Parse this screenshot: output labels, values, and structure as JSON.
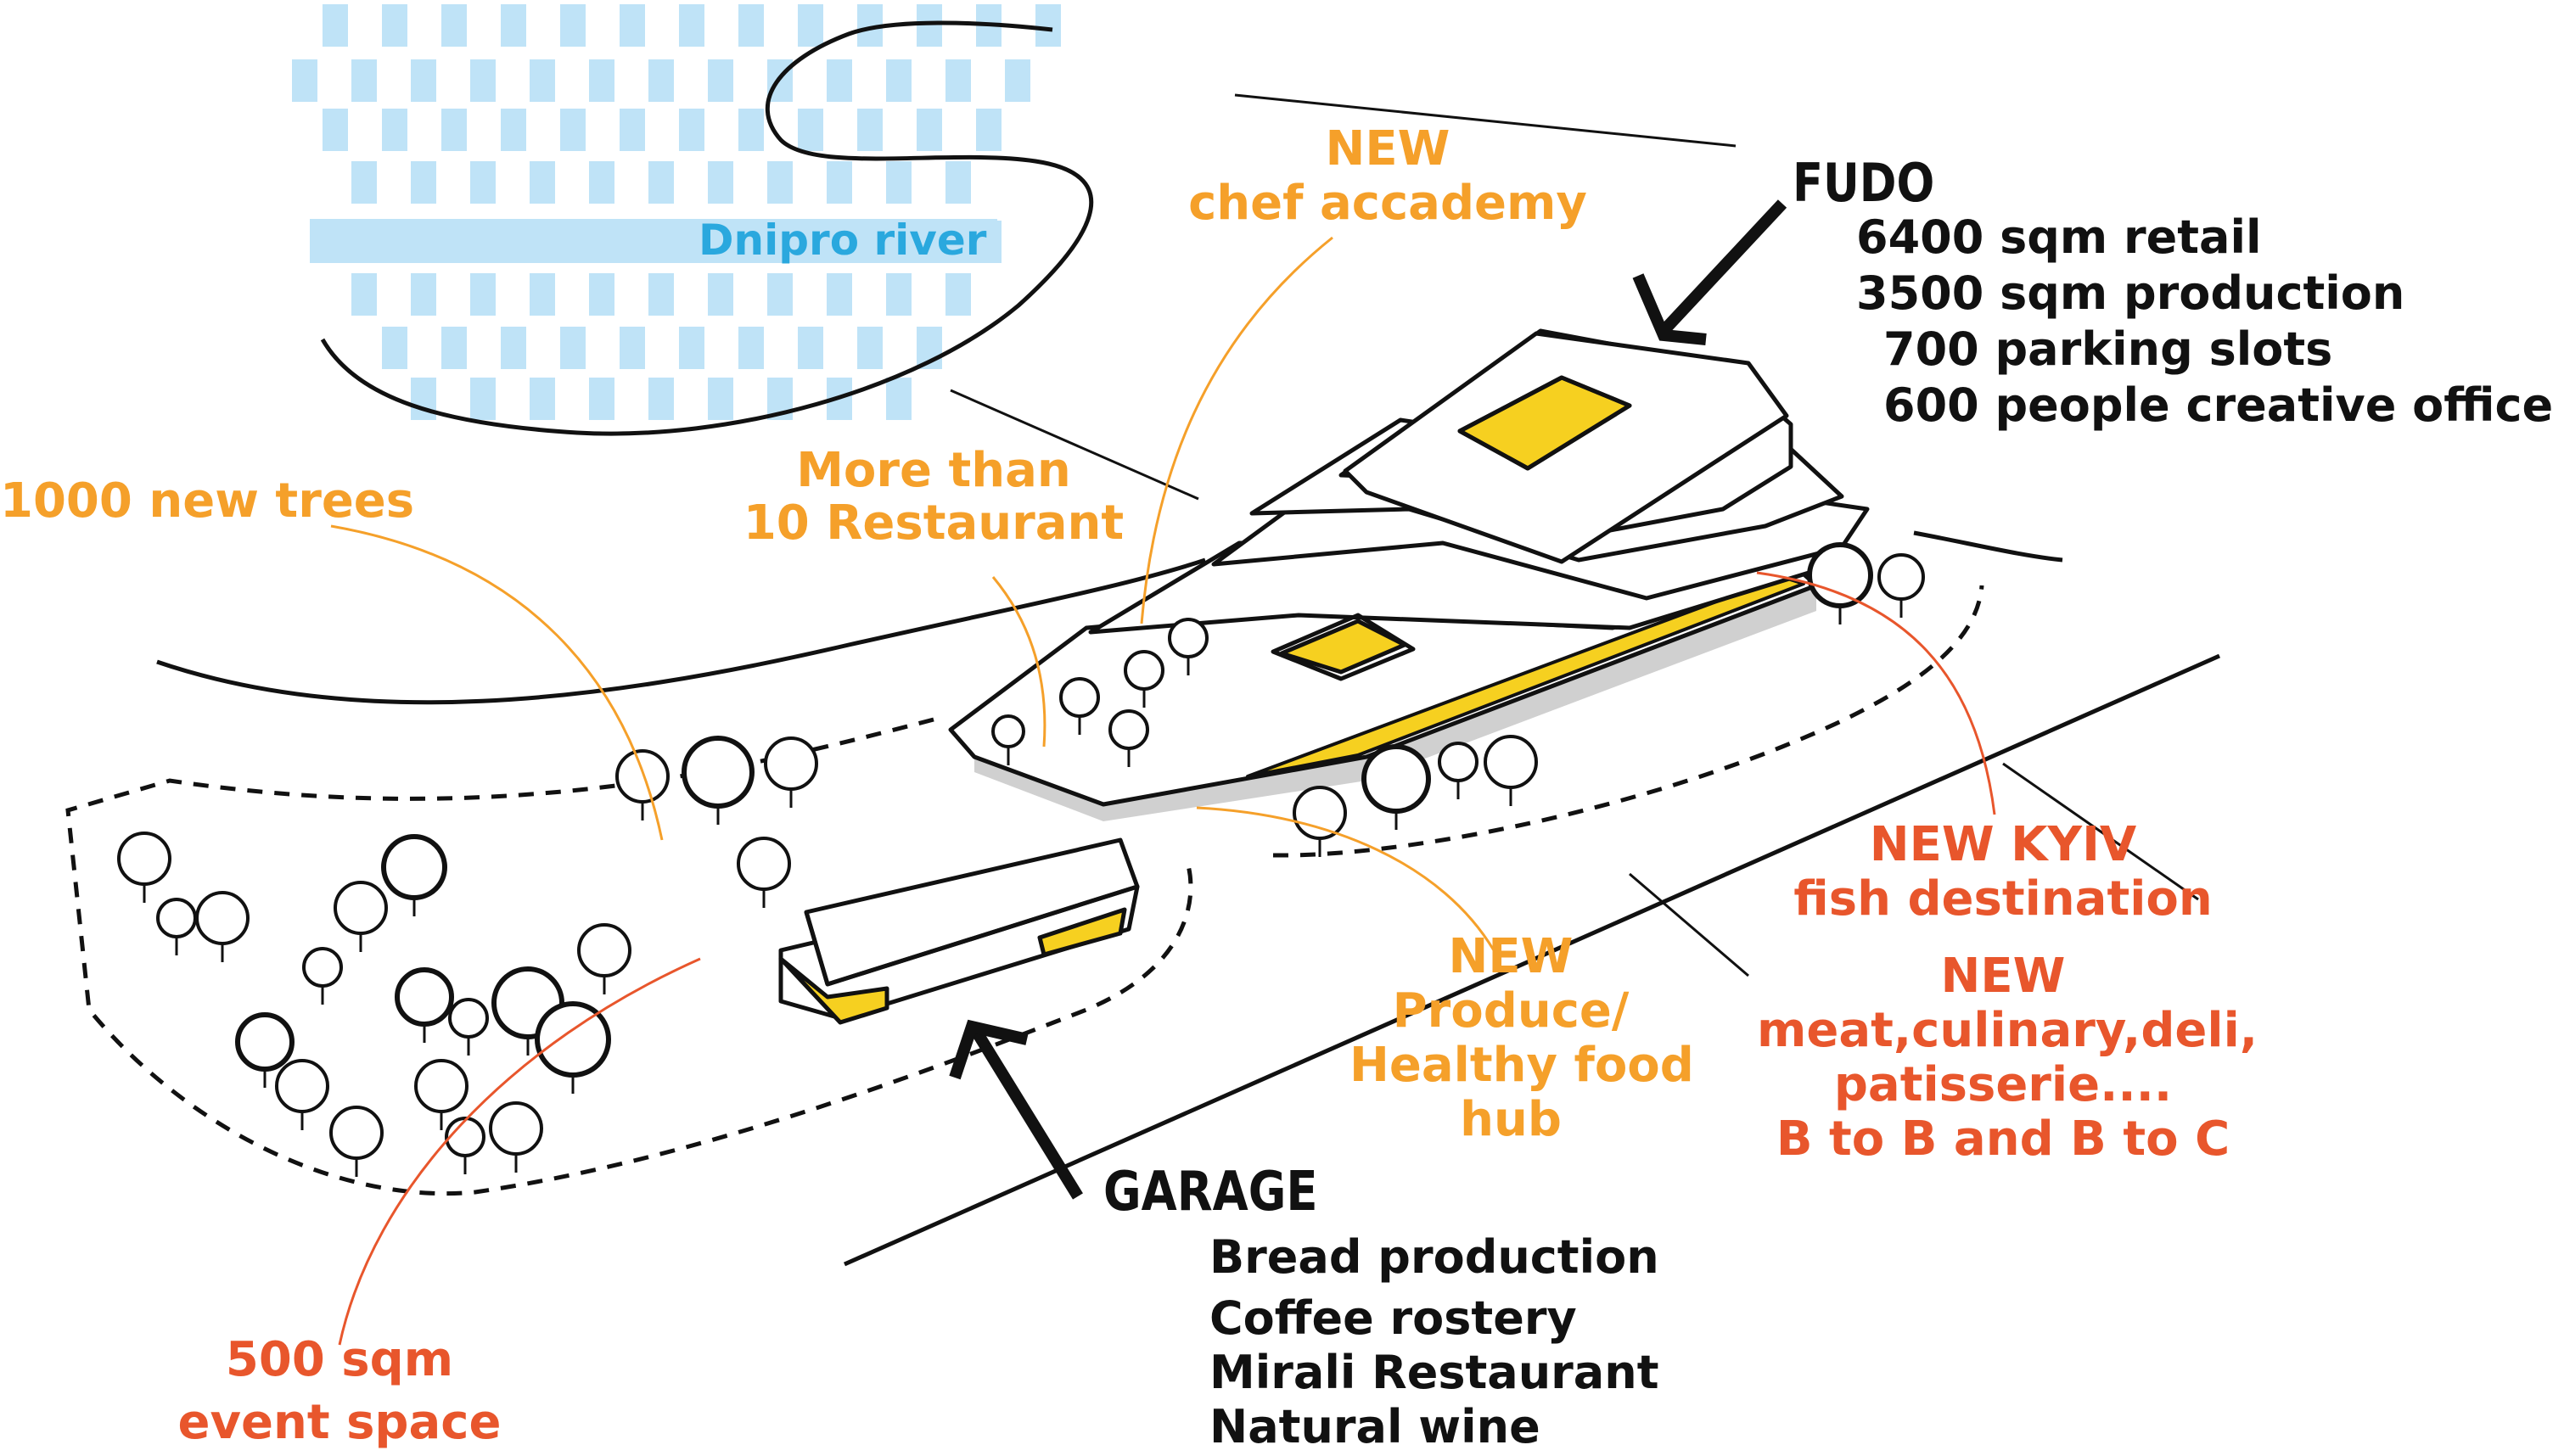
{
  "colors": {
    "river": "#bfe3f7",
    "river_text": "#2aa8de",
    "orange": "#f5a02a",
    "red": "#e8562c",
    "yellow": "#f6d020",
    "ink": "#111111"
  },
  "labels": {
    "river": "Dnipro river",
    "chef": {
      "line1": "NEW",
      "line2": "chef accademy"
    },
    "restaurants": {
      "line1": "More than",
      "line2": "10 Restaurant"
    },
    "trees": "1000 new trees",
    "produce": {
      "line1": "NEW",
      "line2": "Produce/",
      "line3": "Healthy food",
      "line4": "hub"
    },
    "fish": {
      "line1": "NEW KYIV",
      "line2": "fish destination"
    },
    "meat": {
      "line1": "NEW",
      "line2": "meat,culinary,deli,",
      "line3": "patisserie....",
      "line4": "B to B and B to C"
    },
    "event": {
      "line1": "500 sqm",
      "line2": "event space"
    }
  },
  "fudo": {
    "title": "FUDO",
    "items": [
      "6400 sqm retail",
      "3500 sqm production",
      "700 parking slots",
      "600 people creative office"
    ]
  },
  "garage": {
    "title": "GARAGE",
    "items": [
      "Bread production",
      "Coffee rostery",
      "Mirali Restaurant",
      "Natural wine"
    ]
  }
}
